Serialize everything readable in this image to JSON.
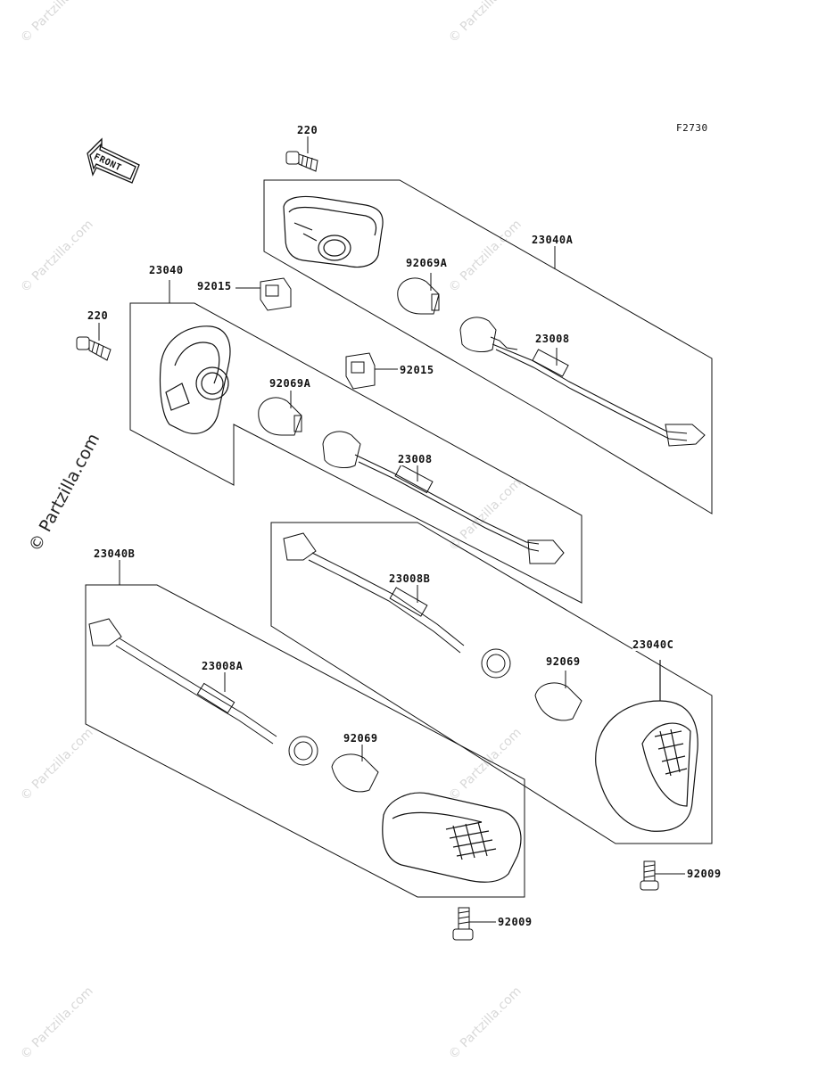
{
  "figure_code": "F2730",
  "front_arrow_text": "FRONT",
  "watermark_text": "© Partzilla.com",
  "watermark_side_text": "© Partzilla.com",
  "labels": {
    "screw_top": "220",
    "screw_left": "220",
    "assy_rear_right": "23040A",
    "assy_rear_left": "23040",
    "clip_upper": "92015",
    "clip_lower": "92015",
    "bulb_upper": "92069A",
    "bulb_lower": "92069A",
    "socket_upper": "23008",
    "socket_lower": "23008",
    "assy_front_left": "23040B",
    "assy_front_right": "23040C",
    "socket_front_left": "23008A",
    "socket_front_right": "23008B",
    "bulb_front_left": "92069",
    "bulb_front_right": "92069",
    "screw_front_left": "92009",
    "screw_front_right": "92009"
  },
  "colors": {
    "line": "#111111",
    "watermark": "#d8d8d8"
  }
}
